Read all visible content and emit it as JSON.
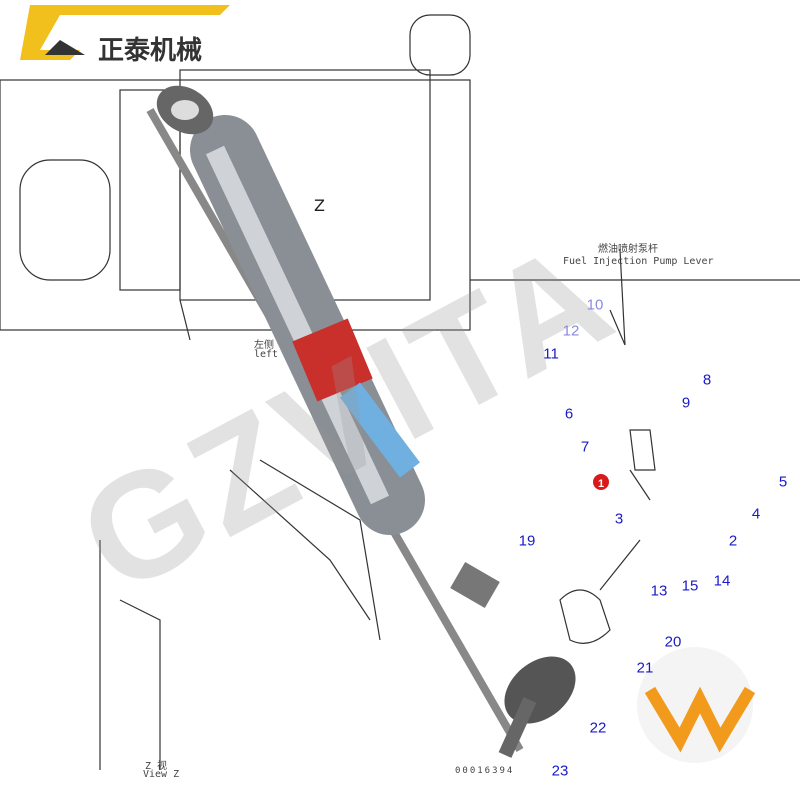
{
  "logo": {
    "text": "正泰机械",
    "color": "#f2c01c"
  },
  "watermark": "GZVITA",
  "diagram": {
    "caption_cn": "燃油喷射泵杆",
    "caption_en": "Fuel Injection Pump Lever",
    "left_cn": "左侧",
    "left_en": "left",
    "view_cn": "Z 视",
    "view_en": "View Z",
    "arrow_label": "Z",
    "drawing_no": "00016394",
    "part_labels": [
      "11",
      "12",
      "10",
      "8",
      "9",
      "6",
      "7",
      "1",
      "5",
      "4",
      "3",
      "2",
      "19",
      "13",
      "15",
      "14",
      "20",
      "21",
      "22",
      "23"
    ],
    "highlight_part": "1",
    "label_color": "#1a1ac8",
    "highlight_color": "#d81a1a"
  }
}
